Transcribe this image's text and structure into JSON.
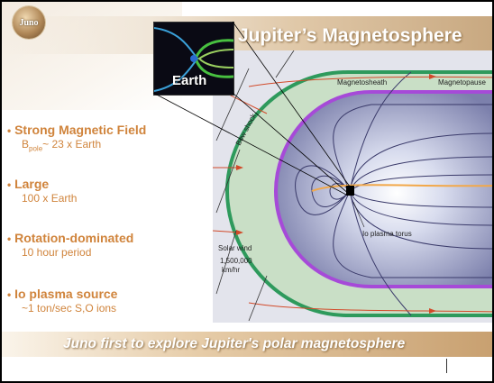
{
  "logo": {
    "text": "Juno"
  },
  "title": "Jupiter’s Magnetosphere",
  "inset": {
    "label": "Earth"
  },
  "diagram": {
    "labels": {
      "magnetosheath": "Magnetosheath",
      "magnetopause": "Magnetopause",
      "bow_shock": "Bow shock",
      "io_torus": "Io plasma torus",
      "solar_wind": "Solar wind",
      "speed": "1,500,000",
      "speed_unit": "km/hr"
    },
    "colors": {
      "sheath": "#c9dfc6",
      "magnetopause": "#a64ad8",
      "bow_shock": "#2e9a5c",
      "field": "#3a3a6a",
      "flow": "#d24a2a"
    }
  },
  "bullets": [
    {
      "head": "Strong Magnetic Field",
      "sub_prefix": "B",
      "sub_subscript": "pole",
      "sub_suffix": "~ 23 x Earth"
    },
    {
      "head": "Large",
      "sub": "100 x Earth"
    },
    {
      "head": "Rotation-dominated",
      "sub": "10 hour period"
    },
    {
      "head": "Io plasma source",
      "sub": "~1 ton/sec S,O ions"
    }
  ],
  "bullet_marker": "•",
  "footer": "Juno first to explore Jupiter's polar magnetosphere",
  "colors": {
    "accent": "#d0843c",
    "title_band": "#c8a880"
  }
}
